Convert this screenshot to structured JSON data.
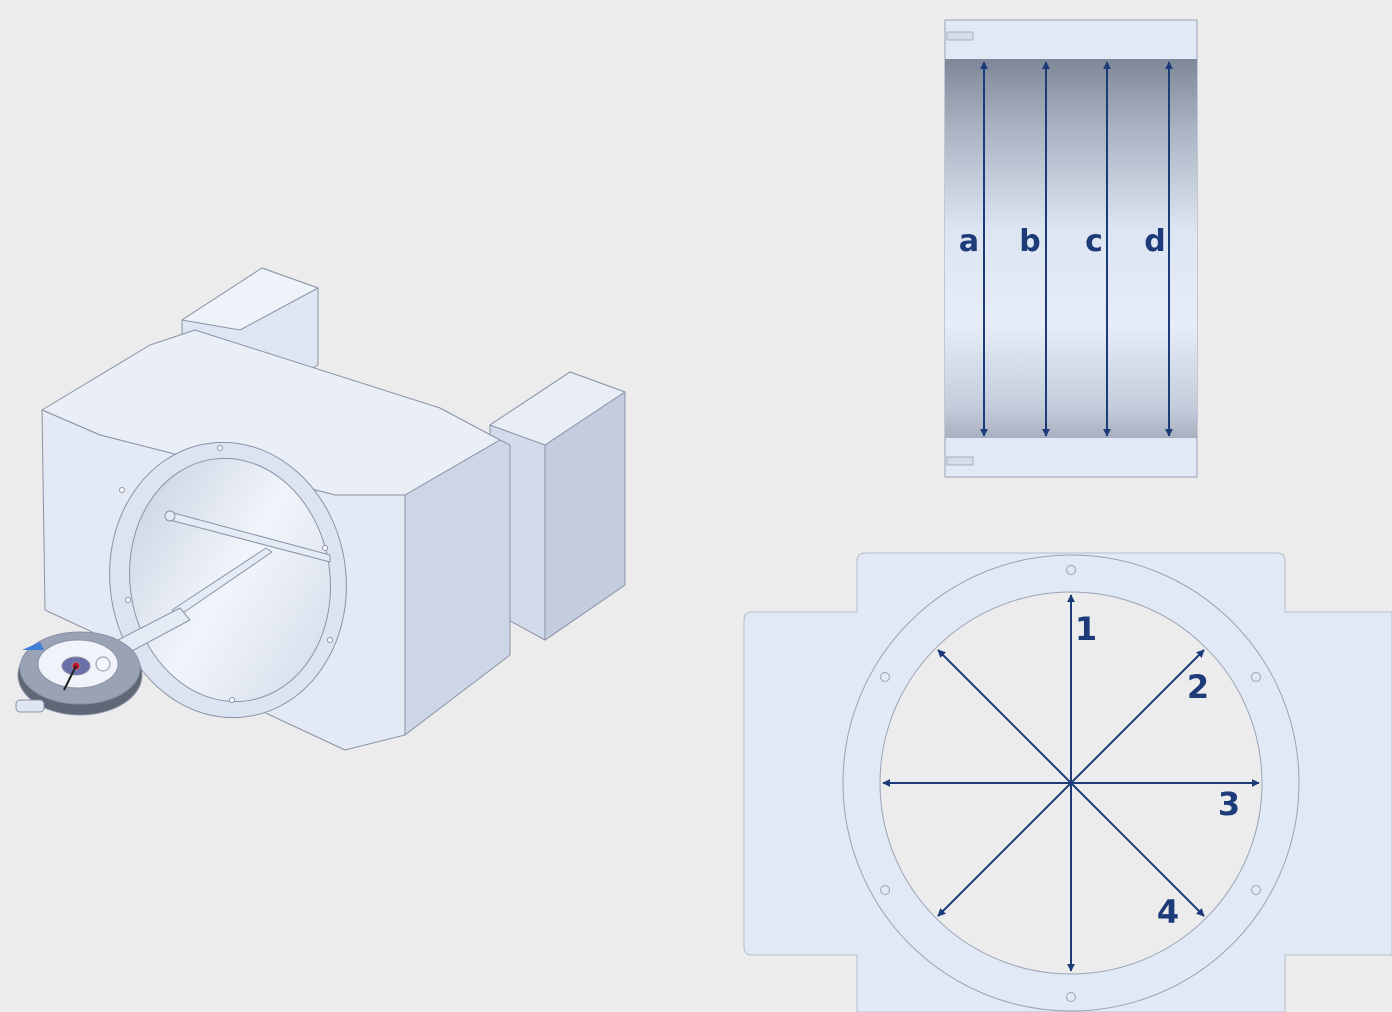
{
  "labels": {
    "side_view": [
      "a",
      "b",
      "c",
      "d"
    ],
    "front_view": [
      "1",
      "2",
      "3",
      "4"
    ]
  },
  "colors": {
    "background": "#ececec",
    "part": "#e2e9f6",
    "part_dark": "#c9d3e3",
    "edge": "#8a93a6",
    "arrow": "#1d3b78"
  },
  "icons": {
    "isometric": "housing-with-dial-gauge",
    "side_view": "bore-section",
    "front_view": "bore-face"
  }
}
